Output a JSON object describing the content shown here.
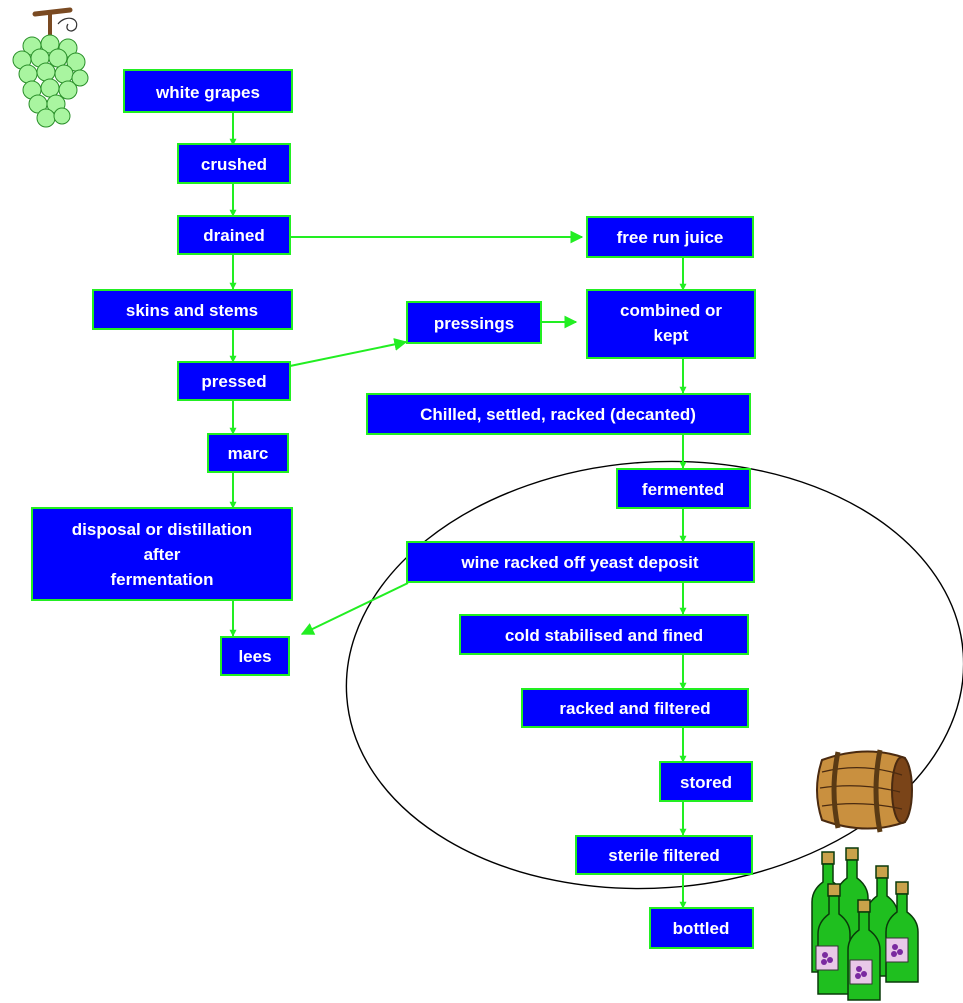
{
  "nodes": {
    "white_grapes": "white grapes",
    "crushed": "crushed",
    "drained": "drained",
    "skins_and_stems": "skins and stems",
    "pressed": "pressed",
    "marc": "marc",
    "disposal_line1": "disposal or distillation",
    "disposal_line2": "after",
    "disposal_line3": "fermentation",
    "lees": "lees",
    "free_run_juice": "free run juice",
    "pressings": "pressings",
    "combined_line1": "combined or",
    "combined_line2": "kept",
    "chilled": "Chilled, settled, racked (decanted)",
    "fermented": "fermented",
    "wine_racked": "wine racked off yeast deposit",
    "cold_stabilised": "cold stabilised and fined",
    "racked_filtered": "racked and filtered",
    "stored": "stored",
    "sterile_filtered": "sterile filtered",
    "bottled": "bottled"
  },
  "icons": [
    "grapes-icon",
    "barrel-icon",
    "wine-bottles-icon"
  ],
  "colors": {
    "box_fill": "#0000ff",
    "box_border": "#22ee22",
    "arrow": "#22ee22",
    "text": "#ffffff"
  }
}
